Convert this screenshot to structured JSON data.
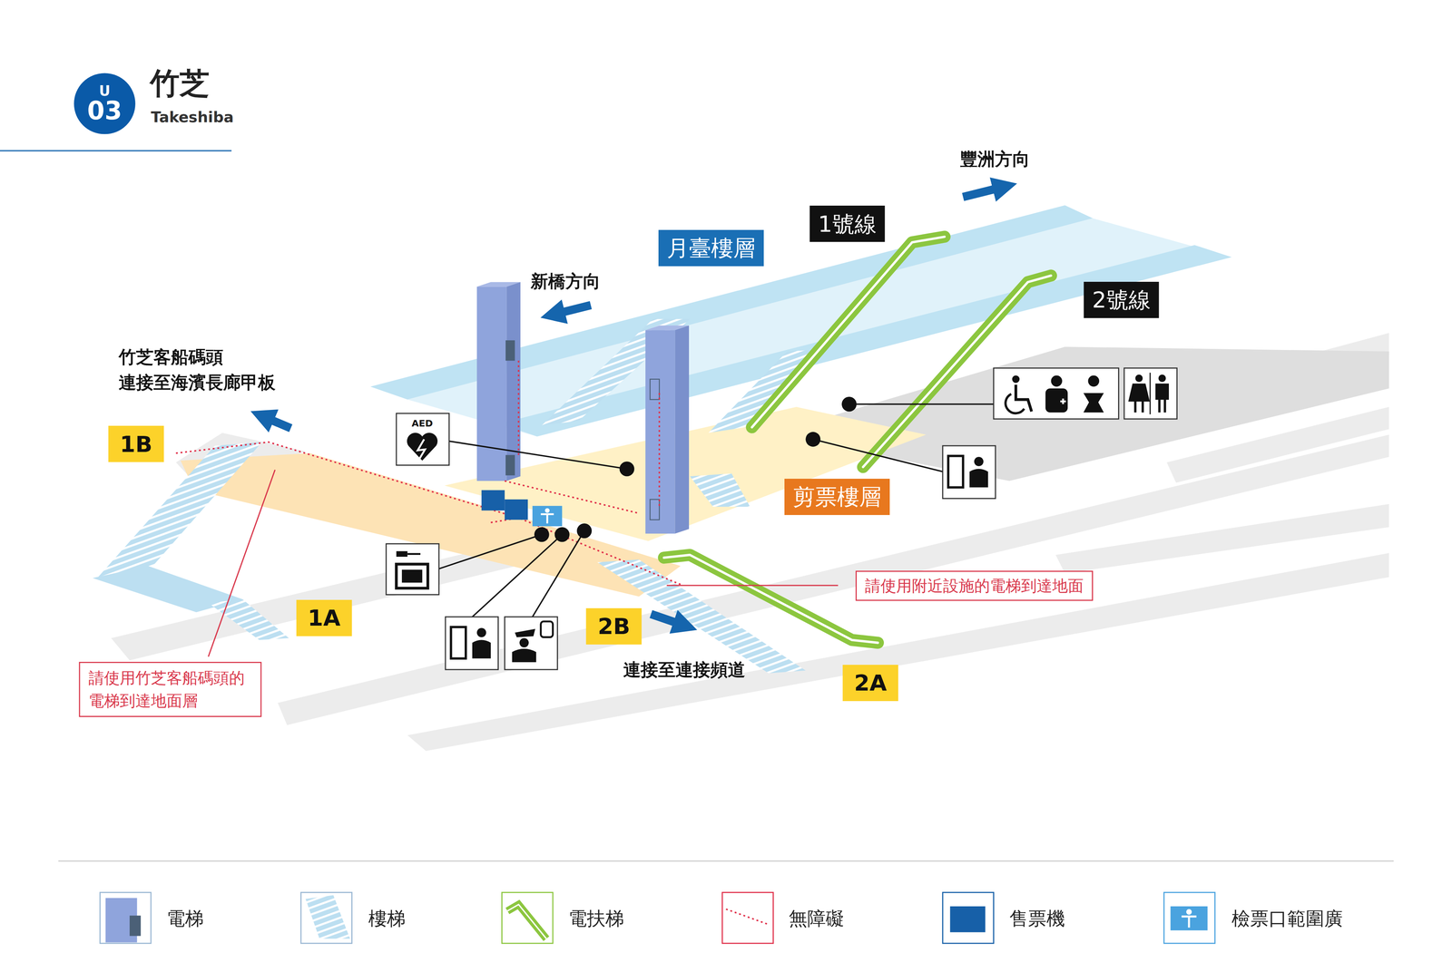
{
  "diagram": {
    "title": "竹芝",
    "nodes": [
      {
        "text": [
          "U",
          "03"
        ]
      },
      {
        "text": [
          "1號線"
        ]
      },
      {
        "text": [
          "2號線"
        ]
      },
      {
        "text": [
          "月臺樓層"
        ]
      },
      {
        "text": [
          "AED"
        ]
      },
      {
        "text": [
          "1B"
        ]
      },
      {
        "text": [
          "剪票樓層"
        ]
      },
      {
        "text": [
          "請使用附近設施的電梯到達地面"
        ]
      },
      {
        "text": [
          "1A"
        ]
      },
      {
        "text": [
          "2B"
        ]
      },
      {
        "text": [
          "2A"
        ]
      },
      {
        "text": [
          "請使用竹芝客船碼頭的電梯到達地面層"
        ]
      }
    ],
    "labels": [
      "Takeshiba",
      "豐洲方向",
      "新橋方向",
      "竹芝客船碼頭 連接至海濱長廊甲板",
      "連接至連接頻道"
    ],
    "legend": [
      {
        "text": "電梯"
      },
      {
        "text": "樓梯"
      },
      {
        "text": "電扶梯"
      },
      {
        "text": "無障礙"
      },
      {
        "text": "售票機"
      },
      {
        "text": "檢票口範圍廣"
      }
    ]
  }
}
